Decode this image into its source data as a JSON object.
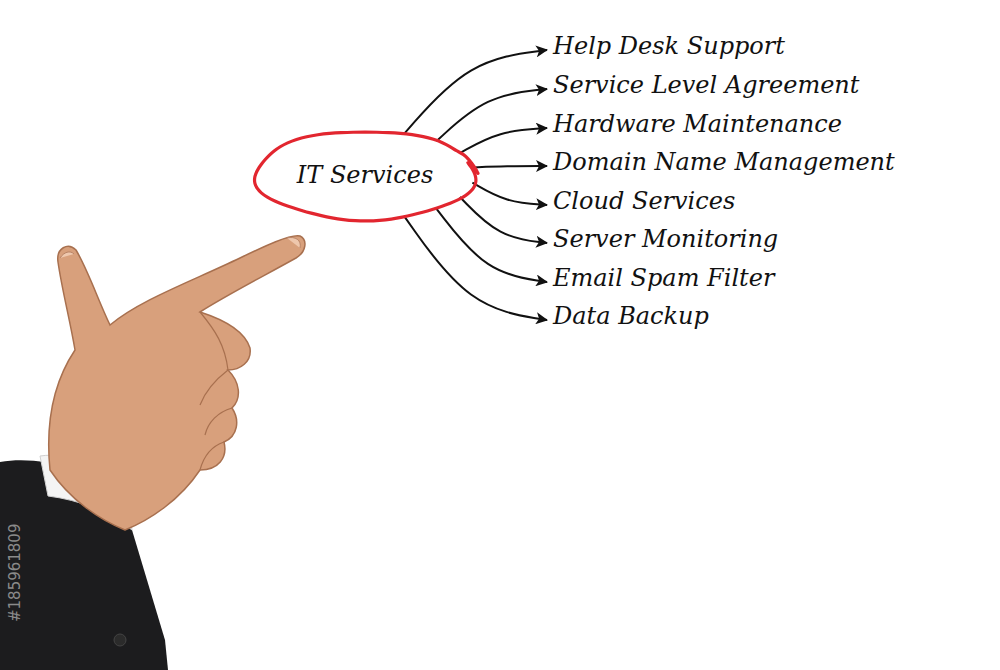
{
  "diagram": {
    "nodes": [
      {
        "text": [
          "IT Services"
        ]
      },
      {
        "text": [
          "Help Desk Support"
        ]
      },
      {
        "text": [
          "Service Level Agreement"
        ]
      },
      {
        "text": [
          "Hardware Maintenance"
        ]
      },
      {
        "text": [
          "Domain Name Management"
        ]
      },
      {
        "text": [
          "Cloud Services"
        ]
      },
      {
        "text": [
          "Server Monitoring"
        ]
      },
      {
        "text": [
          "Email Spam Filter"
        ]
      },
      {
        "text": [
          "Data Backup"
        ]
      }
    ],
    "edges": [
      {
        "from": 0,
        "to": 1,
        "arrow": "to"
      },
      {
        "from": 0,
        "to": 2,
        "arrow": "to"
      },
      {
        "from": 0,
        "to": 3,
        "arrow": "to"
      },
      {
        "from": 0,
        "to": 4,
        "arrow": "to"
      },
      {
        "from": 0,
        "to": 5,
        "arrow": "to"
      },
      {
        "from": 0,
        "to": 6,
        "arrow": "to"
      },
      {
        "from": 0,
        "to": 7,
        "arrow": "to"
      },
      {
        "from": 0,
        "to": 8,
        "arrow": "to"
      }
    ],
    "labels": [
      "#185961809"
    ]
  }
}
